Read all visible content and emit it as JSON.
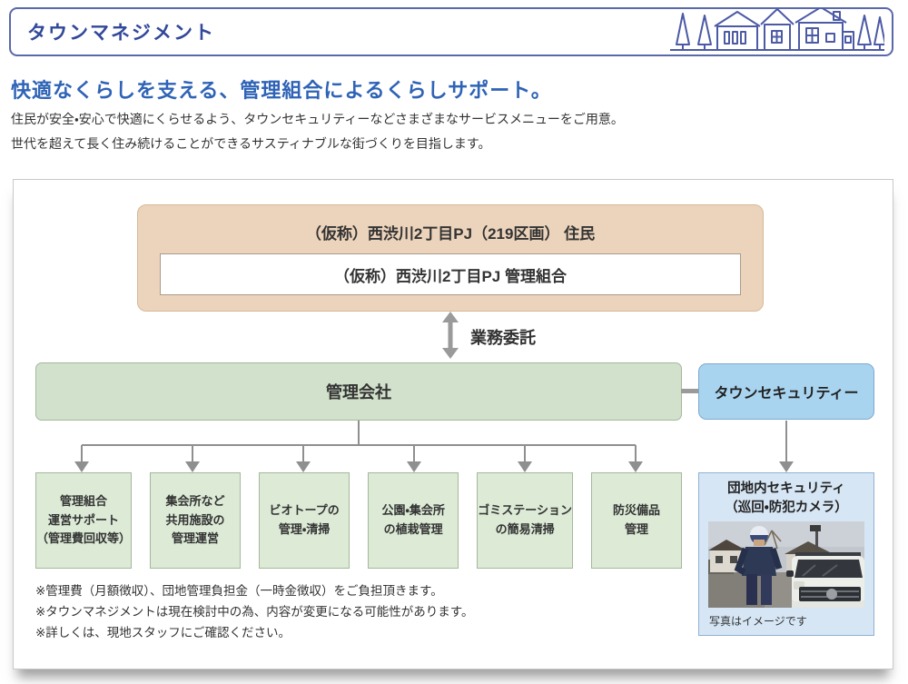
{
  "header": {
    "title": "タウンマネジメント"
  },
  "intro": {
    "heading": "快適なくらしを支える、管理組合によるくらしサポート。",
    "line1": "住民が安全・安心で快適にくらせるよう、タウンセキュリティーなどさまざまなサービスメニューをご用意。",
    "line2": "世代を超えて長く住み続けることができるサスティナブルな街づくりを目指します。"
  },
  "diagram": {
    "residents_box": {
      "title": "（仮称）西渋川2丁目PJ（219区画） 住民",
      "association": "（仮称）西渋川2丁目PJ 管理組合"
    },
    "delegation_label": "業務委託",
    "management_company_label": "管理会社",
    "town_security_label": "タウンセキュリティー",
    "services": [
      {
        "lines": [
          "管理組合",
          "運営サポート",
          "（管理費回収等）"
        ]
      },
      {
        "lines": [
          "集会所など",
          "共用施設の",
          "管理運営"
        ]
      },
      {
        "lines": [
          "ビオトープの",
          "管理・清掃"
        ]
      },
      {
        "lines": [
          "公園・集会所",
          "の植栽管理"
        ]
      },
      {
        "lines": [
          "ゴミステーション",
          "の簡易清掃"
        ]
      },
      {
        "lines": [
          "防災備品",
          "管理"
        ]
      }
    ],
    "security_detail": {
      "title_line1": "団地内セキュリティ",
      "title_line2": "（巡回・防犯カメラ）",
      "photo_caption": "写真はイメージです"
    },
    "notes": [
      "※管理費（月額徴収）、団地管理負担金（一時金徴収）をご負担頂きます。",
      "※タウンマネジメントは現在検討中の為、内容が変更になる可能性があります。",
      "※詳しくは、現地スタッフにご確認ください。"
    ]
  },
  "colors": {
    "accent_blue": "#32489a",
    "heading_blue": "#2e63b6",
    "residents_fill": "#ecd4bc",
    "management_fill": "#d2e1cb",
    "service_fill": "#dcead6",
    "town_security_fill": "#a9d4ef",
    "security_detail_fill": "#d6e6f5",
    "connector_gray": "#9a9a9a"
  }
}
